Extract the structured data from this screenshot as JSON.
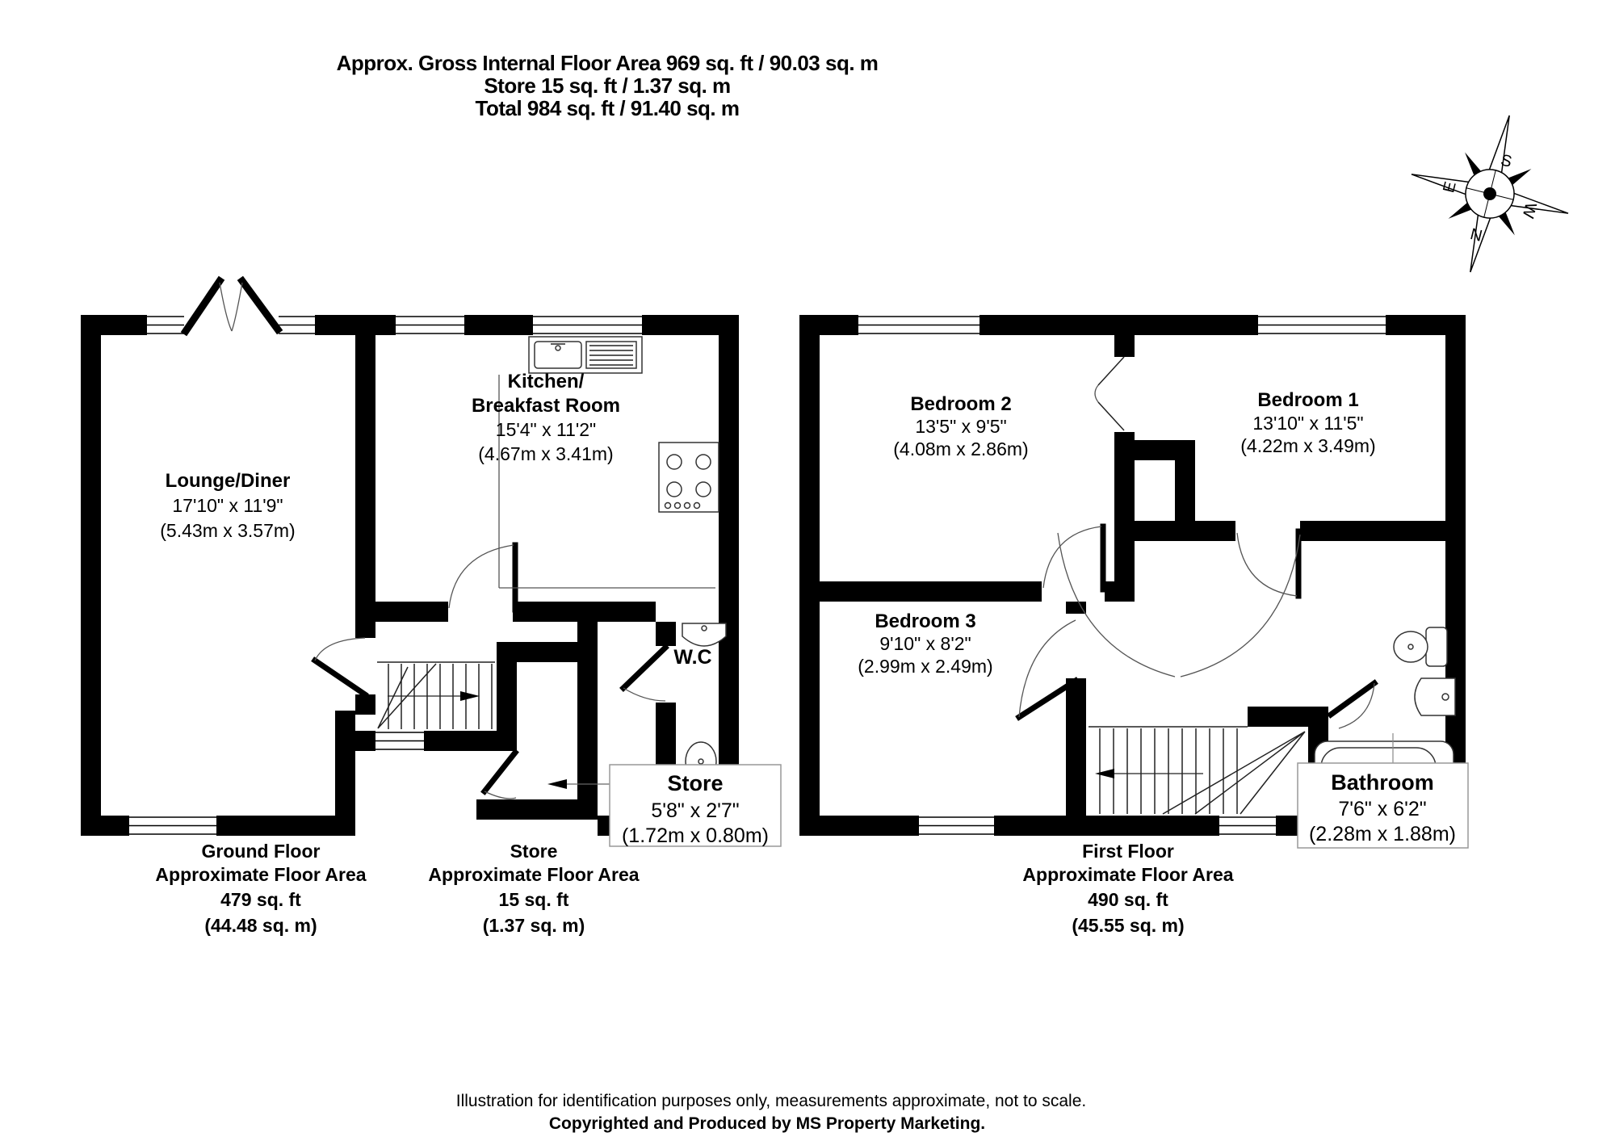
{
  "header": {
    "line1": "Approx. Gross Internal Floor Area 969 sq. ft / 90.03 sq. m",
    "line2": "Store 15 sq. ft / 1.37 sq. m",
    "line3": "Total 984 sq. ft / 91.40 sq. m"
  },
  "compass": {
    "n": "N",
    "s": "S",
    "e": "E",
    "w": "W"
  },
  "ground": {
    "lounge": {
      "name": "Lounge/Diner",
      "imperial": "17'10\" x 11'9\"",
      "metric": "(5.43m x 3.57m)"
    },
    "kitchen": {
      "line1": "Kitchen/",
      "line2": "Breakfast Room",
      "imperial": "15'4\" x 11'2\"",
      "metric": "(4.67m x 3.41m)"
    },
    "wc": {
      "name": "W.C"
    },
    "store_callout": {
      "name": "Store",
      "imperial": "5'8\" x 2'7\"",
      "metric": "(1.72m x 0.80m)"
    },
    "gf_label": {
      "l1": "Ground Floor",
      "l2": "Approximate Floor Area",
      "l3": "479 sq. ft",
      "l4": "(44.48 sq. m)"
    },
    "store_label": {
      "l1": "Store",
      "l2": "Approximate Floor Area",
      "l3": "15 sq. ft",
      "l4": "(1.37 sq. m)"
    }
  },
  "first": {
    "bed2": {
      "name": "Bedroom 2",
      "imperial": "13'5\" x 9'5\"",
      "metric": "(4.08m x 2.86m)"
    },
    "bed1": {
      "name": "Bedroom 1",
      "imperial": "13'10\" x 11'5\"",
      "metric": "(4.22m x 3.49m)"
    },
    "bed3": {
      "name": "Bedroom 3",
      "imperial": "9'10\" x 8'2\"",
      "metric": "(2.99m x 2.49m)"
    },
    "bathroom_callout": {
      "name": "Bathroom",
      "imperial": "7'6\" x 6'2\"",
      "metric": "(2.28m x 1.88m)"
    },
    "ff_label": {
      "l1": "First Floor",
      "l2": "Approximate Floor Area",
      "l3": "490 sq. ft",
      "l4": "(45.55 sq. m)"
    }
  },
  "footer": {
    "line1": "Illustration for identification purposes only, measurements approximate, not to scale.",
    "line2": "Copyrighted  and Produced by MS Property Marketing."
  },
  "colors": {
    "wall": "#000000",
    "background": "#ffffff",
    "callout_border": "#999999"
  }
}
